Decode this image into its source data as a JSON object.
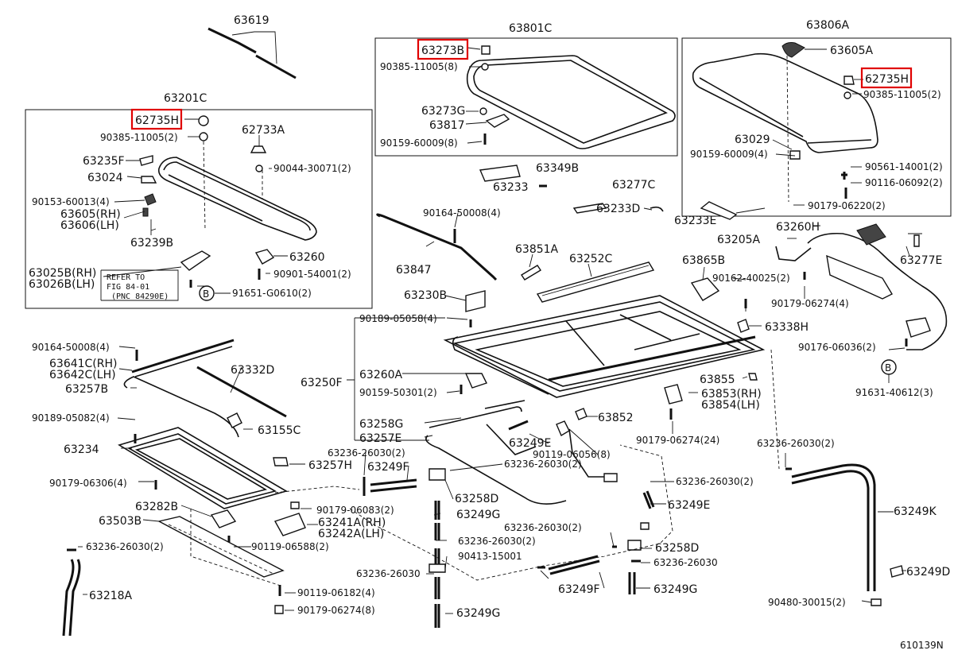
{
  "diagram": {
    "id": "610139N",
    "highlight_color": "#e00000",
    "labels": {
      "l63619": "63619",
      "l63201C": "63201C",
      "l62735H_a": "62735H",
      "l90385_a": "90385-11005(2)",
      "l62733A": "62733A",
      "l63235F": "63235F",
      "l90044": "90044-30071(2)",
      "l63024": "63024",
      "l90153": "90153-60013(4)",
      "l63605RH": "63605(RH)",
      "l63606LH": "63606(LH)",
      "l63239B": "63239B",
      "l63260_a": "63260",
      "l63025B": "63025B(RH)",
      "l63026B": "63026B(LH)",
      "l90901": "90901-54001(2)",
      "refer1": "REFER TO",
      "refer2": "FIG 84-01",
      "refer3": "(PNC 84290E)",
      "l91651": "91651-G0610(2)",
      "b1": "B",
      "l63801C": "63801C",
      "l63273B": "63273B",
      "l90385_b": "90385-11005(8)",
      "l63273G": "63273G",
      "l63817": "63817",
      "l90159_a": "90159-60009(8)",
      "l63349B": "63349B",
      "l63233": "63233",
      "l63277C": "63277C",
      "l63806A": "63806A",
      "l63605A": "63605A",
      "l62735H_b": "62735H",
      "l90385_c": "90385-11005(2)",
      "l63029": "63029",
      "l90159_b": "90159-60009(4)",
      "l90561": "90561-14001(2)",
      "l90116": "90116-06092(2)",
      "l90179_a": "90179-06220(2)",
      "l90164_a": "90164-50008(4)",
      "l63233D": "63233D",
      "l63233E": "63233E",
      "l63260H": "63260H",
      "l63205A": "63205A",
      "l63277E": "63277E",
      "l63847": "63847",
      "l63851A": "63851A",
      "l63252C": "63252C",
      "l63865B": "63865B",
      "l90162": "90162-40025(2)",
      "l63230B": "63230B",
      "l90179_b": "90179-06274(4)",
      "l90189_a": "90189-05058(4)",
      "l63338H": "63338H",
      "l90176": "90176-06036(2)",
      "b2": "B",
      "l91631": "91631-40612(3)",
      "l90164_b": "90164-50008(4)",
      "l63641C": "63641C(RH)",
      "l63642C": "63642C(LH)",
      "l63332D": "63332D",
      "l63257B": "63257B",
      "l63250F": "63250F",
      "l63260A": "63260A",
      "l63855": "63855",
      "l63853": "63853(RH)",
      "l63854": "63854(LH)",
      "l90159_c": "90159-50301(2)",
      "l90189_b": "90189-05082(4)",
      "l63155C": "63155C",
      "l63852": "63852",
      "l63258G": "63258G",
      "l63257E": "63257E",
      "l63249E_a": "63249E",
      "l90179_c": "90179-06274(24)",
      "l63234": "63234",
      "l63236_a": "63236-26030(2)",
      "l90119_a": "90119-06056(8)",
      "l63236_b": "63236-26030(2)",
      "l63257H": "63257H",
      "l63249F_a": "63249F",
      "l63236_c": "63236-26030(2)",
      "l90179_d": "90179-06306(4)",
      "l63258D_a": "63258D",
      "l63236_d": "63236-26030(2)",
      "l63249E_b": "63249E",
      "l63282B": "63282B",
      "l90179_e": "90179-06083(2)",
      "l63503B": "63503B",
      "l63241A": "63241A(RH)",
      "l63242A": "63242A(LH)",
      "l63249G_a": "63249G",
      "l63249K": "63249K",
      "l63236_e": "63236-26030(2)",
      "l63236_f": "63236-26030(2)",
      "l90119_b": "90119-06588(2)",
      "l63236_g": "63236-26030(2)",
      "l63258D_b": "63258D",
      "l90413": "90413-15001",
      "l63236_h": "63236-26030",
      "l63218A": "63218A",
      "l63236_i": "63236-26030",
      "l63249D": "63249D",
      "l90119_c": "90119-06182(4)",
      "l63249F_b": "63249F",
      "l63249G_b": "63249G",
      "l90179_f": "90179-06274(8)",
      "l63249G_c": "63249G",
      "l90480": "90480-30015(2)",
      "l610139N": "610139N"
    }
  }
}
